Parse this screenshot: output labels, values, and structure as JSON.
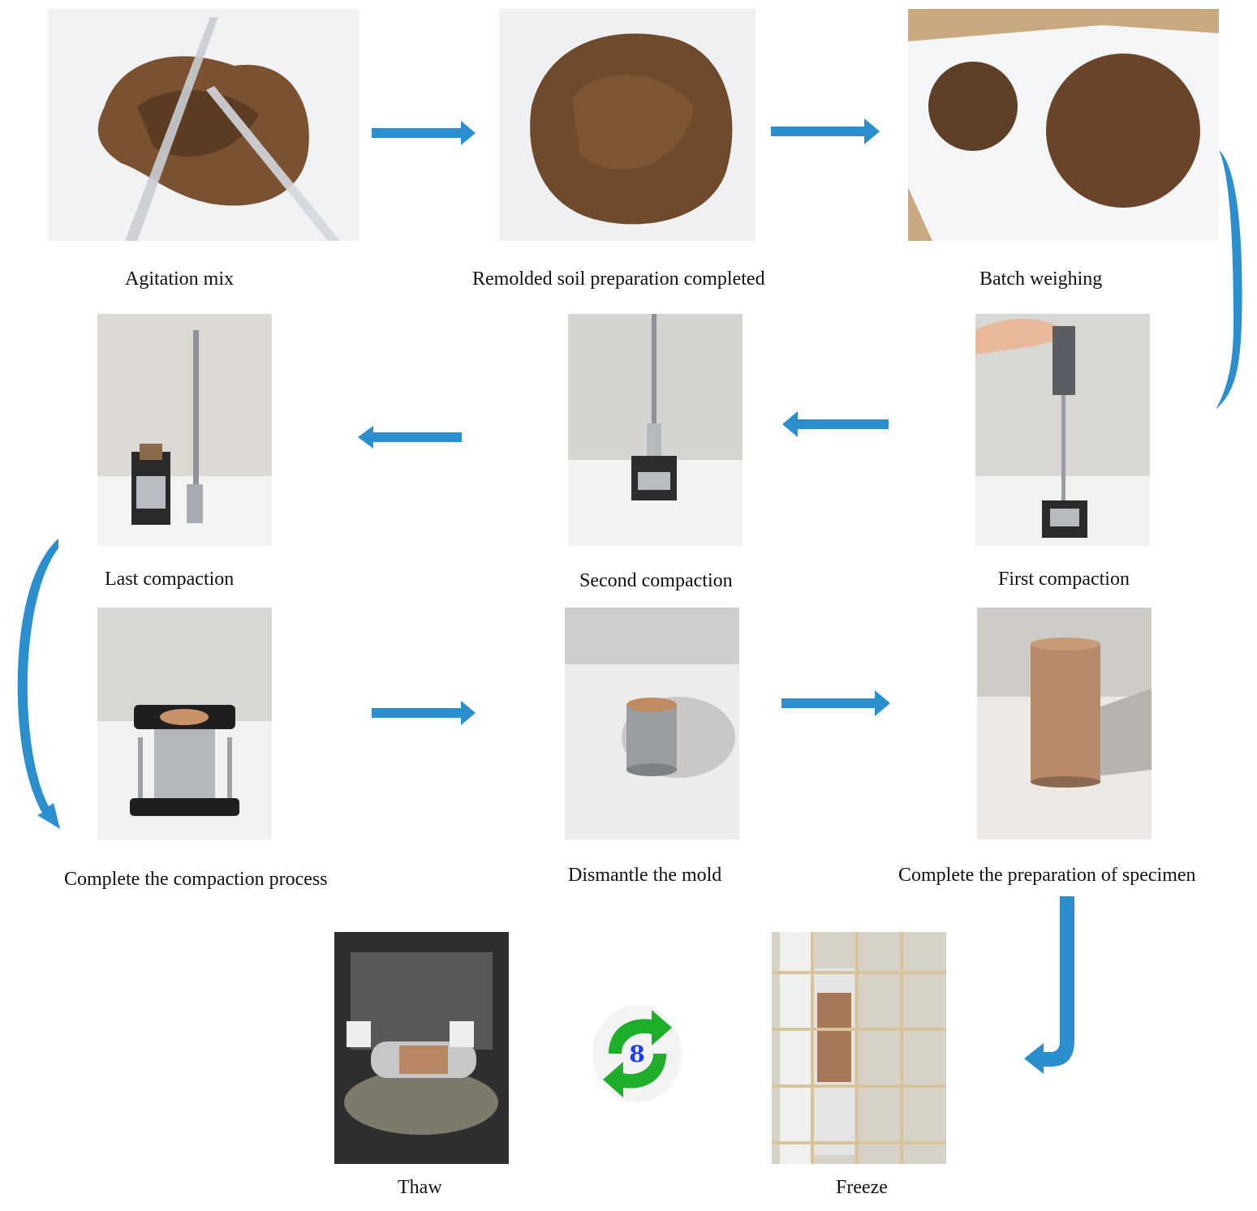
{
  "steps": {
    "agitation": "Agitation mix",
    "remolded": "Remolded soil preparation completed",
    "batch": "Batch weighing",
    "first": "First compaction",
    "second": "Second compaction",
    "last": "Last compaction",
    "complete_compaction": "Complete the compaction process",
    "dismantle": "Dismantle the mold",
    "complete_specimen": "Complete the preparation of specimen",
    "freeze": "Freeze",
    "thaw": "Thaw"
  },
  "cycle": {
    "count": "8"
  },
  "colors": {
    "arrow": "#2a8fcc",
    "cycle_green": "#1fae2a",
    "cycle_number": "#1a3cff"
  }
}
